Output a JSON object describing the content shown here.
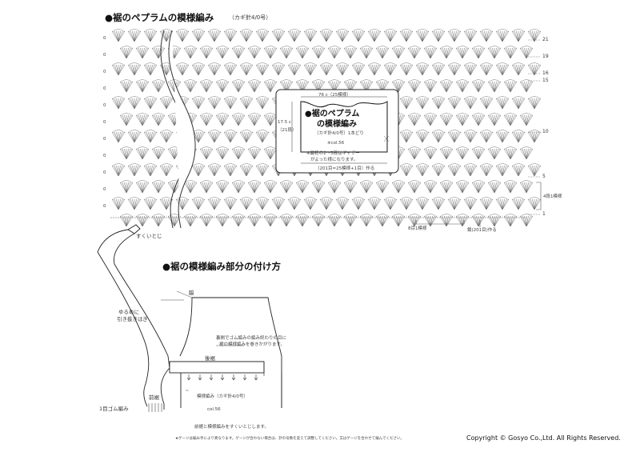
{
  "section1": {
    "title": "●裾のペプラムの模様編み",
    "hook": "（カギ針4/0号）"
  },
  "row_numbers": {
    "left": [
      "0",
      "0",
      "0",
      "0",
      "0",
      "0",
      "0",
      "0",
      "0",
      "0",
      "0"
    ],
    "right": [
      "21",
      "19",
      "16",
      "15",
      "10",
      "5",
      "1"
    ]
  },
  "pattern_labels": {
    "repeat_rows": "4段1模様",
    "repeat_sts": "8目1模様",
    "foundation": "鎖(201目)作る"
  },
  "inset": {
    "width": "76 c（25模様）",
    "height_cm": "17.5 c",
    "height_rows": "（21段）",
    "title1": "●裾のペプラム",
    "title2": "の模様編み",
    "hook": "（カギ針4/0号）1本どり",
    "yarn": "※col.56",
    "note1": "※最初の2〜3段はギャザー",
    "note2": "がよった様になります。",
    "chain": "（201目=25模様+1目）作る"
  },
  "section2": {
    "title": "●裾の模様編み部分の付け方",
    "sukui": "すくいとじ",
    "yurume1": "ゆるめに",
    "yurume2": "引き抜きはぎ",
    "waki": "脇",
    "instr1": "裏側でゴム編みの編み終わりの目に",
    "instr2": "裾の模様編みを巻きかがります。",
    "back": "後裾",
    "front": "前裾",
    "rib": "1目ゴム編み",
    "pattern": "模様編み（カギ針4/0号）",
    "col": "col.56",
    "sew": "前裾と模様編みをすくいとじします。"
  },
  "footnote": "★ゲージは編み手により異なります。ゲージが合わない場合は、針の号数を変えて調整してください。又はゲージを合わせて編んでください。",
  "copyright": "Copyright © Gosyo Co.,Ltd. All Rights Reserved."
}
